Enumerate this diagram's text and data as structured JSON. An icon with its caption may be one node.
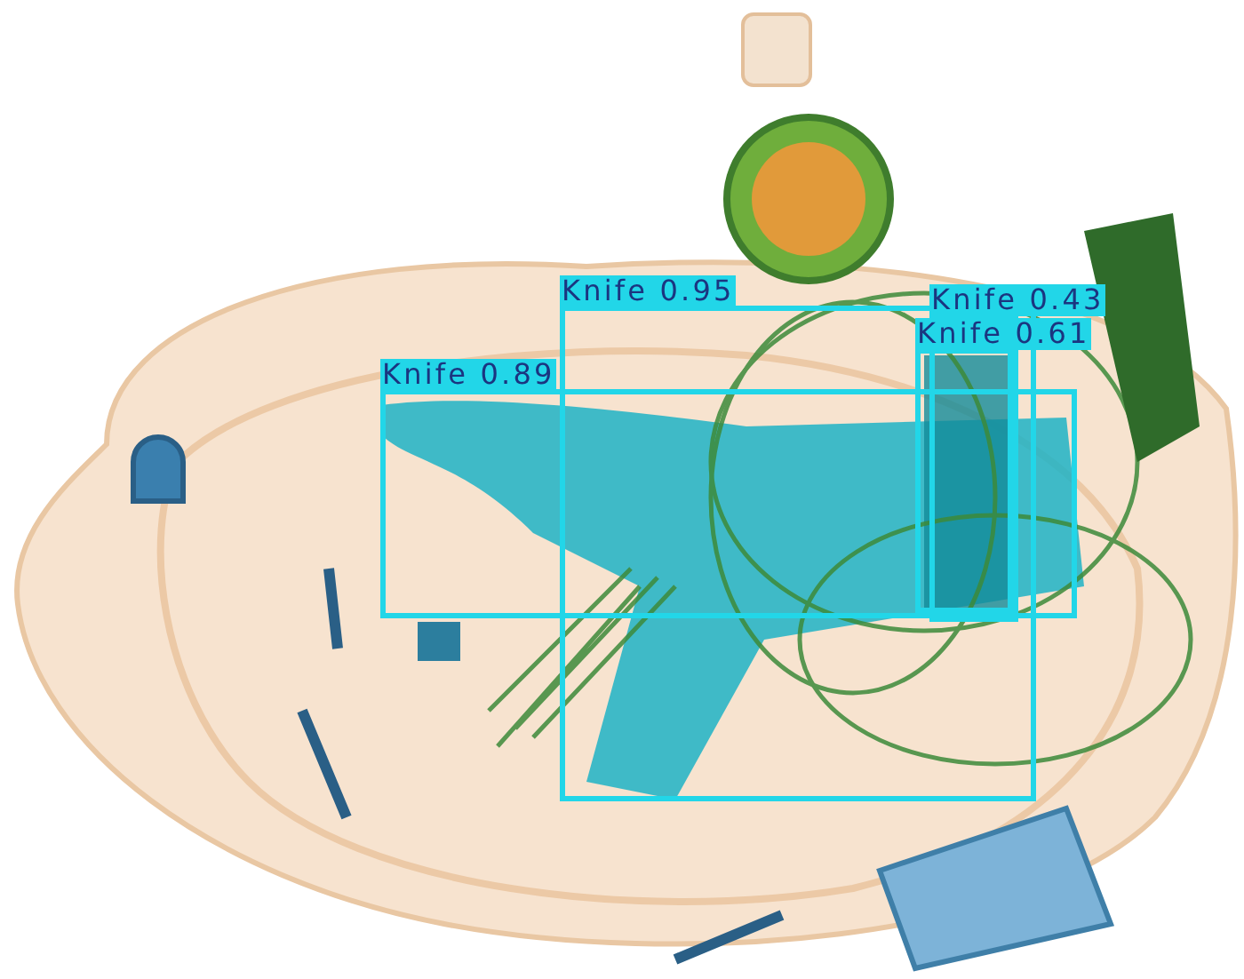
{
  "diagram": {
    "nodes": [
      {
        "text": [
          "Knife 0.95"
        ]
      },
      {
        "text": [
          "Knife 0.43"
        ]
      },
      {
        "text": [
          "Knife 0.61"
        ]
      },
      {
        "text": [
          "Knife 0.89"
        ]
      }
    ]
  }
}
